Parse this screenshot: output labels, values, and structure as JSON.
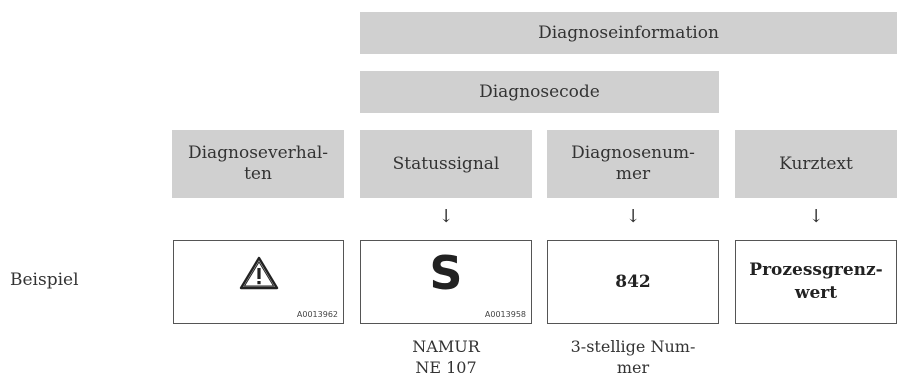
{
  "header": {
    "diagnoseinformation": "Diagnoseinformation",
    "diagnosecode": "Diagnosecode"
  },
  "columns": {
    "diagnoseverhalten_l1": "Diagnoseverhal-",
    "diagnoseverhalten_l2": "ten",
    "statussignal": "Statussignal",
    "diagnosenummer_l1": "Diagnosenum-",
    "diagnosenummer_l2": "mer",
    "kurztext": "Kurztext"
  },
  "arrow": "↓",
  "row_label": "Beispiel",
  "examples": {
    "warning_code": "A0013962",
    "status_letter": "S",
    "status_code": "A0013958",
    "number": "842",
    "kurztext_l1": "Prozessgrenz-",
    "kurztext_l2": "wert"
  },
  "captions": {
    "status_l1": "NAMUR",
    "status_l2": "NE 107",
    "number_l1": "3-stellige Num-",
    "number_l2": "mer"
  }
}
